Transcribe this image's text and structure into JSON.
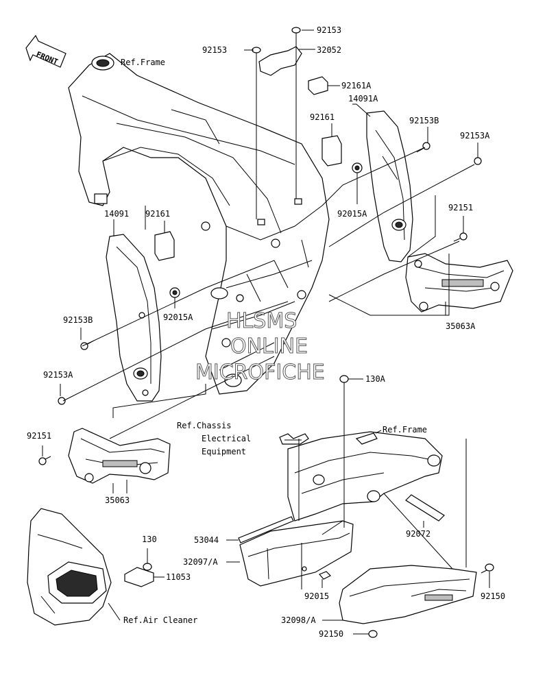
{
  "diagram": {
    "front_label": "FRONT",
    "watermark": [
      "HLSMS",
      "ONLINE",
      "MICROFICHE"
    ],
    "references": {
      "frame_top": "Ref.Frame",
      "frame_sub": "Ref.Frame",
      "chassis_line1": "Ref.Chassis",
      "chassis_line2": "Electrical",
      "chassis_line3": "Equipment",
      "air_cleaner": "Ref.Air Cleaner"
    },
    "callouts": {
      "p92153_top": "92153",
      "p92153_left": "92153",
      "p32052": "32052",
      "p92161A": "92161A",
      "p14091A": "14091A",
      "p92161_upper": "92161",
      "p92153B_right": "92153B",
      "p92153A_right": "92153A",
      "p92015A_right": "92015A",
      "p92151_right": "92151",
      "p35063A": "35063A",
      "p14091": "14091",
      "p92161_left": "92161",
      "p92015A_left": "92015A",
      "p92153B_left": "92153B",
      "p92153A_left": "92153A",
      "p130A": "130A",
      "p92151_left": "92151",
      "p35063": "35063",
      "p92072": "92072",
      "p53044": "53044",
      "p32097A": "32097/A",
      "p130": "130",
      "p11053": "11053",
      "p92015": "92015",
      "p92150_right": "92150",
      "p32098A": "32098/A",
      "p92150_bottom": "92150"
    }
  }
}
